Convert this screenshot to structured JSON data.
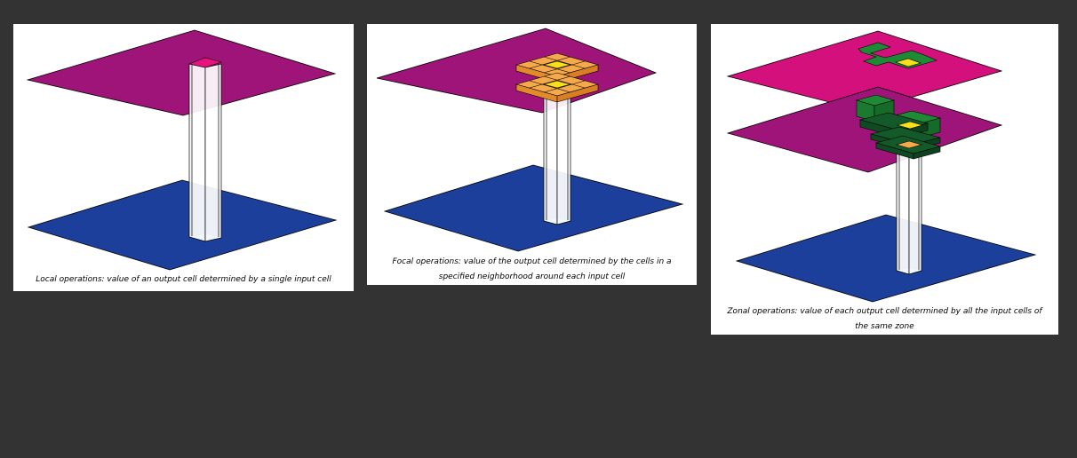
{
  "colors": {
    "background": "#333333",
    "panel": "#ffffff",
    "upper_layer": "#9e1478",
    "zone_layer": "#d4107d",
    "lower_layer": "#1c3f9b",
    "output_cell": "#e8127f",
    "input_cell": "#3d9ed6",
    "neighborhood": "#f5a94a",
    "center_cell": "#f7e01a",
    "zone_green": "#1f8a35",
    "zone_dark_green": "#14592a"
  },
  "panels": {
    "local": {
      "caption": "Local operations: value of an output cell determined by a single input cell"
    },
    "focal": {
      "caption": "Focal operations: value of the output cell determined by the cells in a specified neighborhood around each input cell"
    },
    "zonal": {
      "caption": "Zonal operations: value of each output cell determined by all the input cells of the same zone"
    }
  }
}
